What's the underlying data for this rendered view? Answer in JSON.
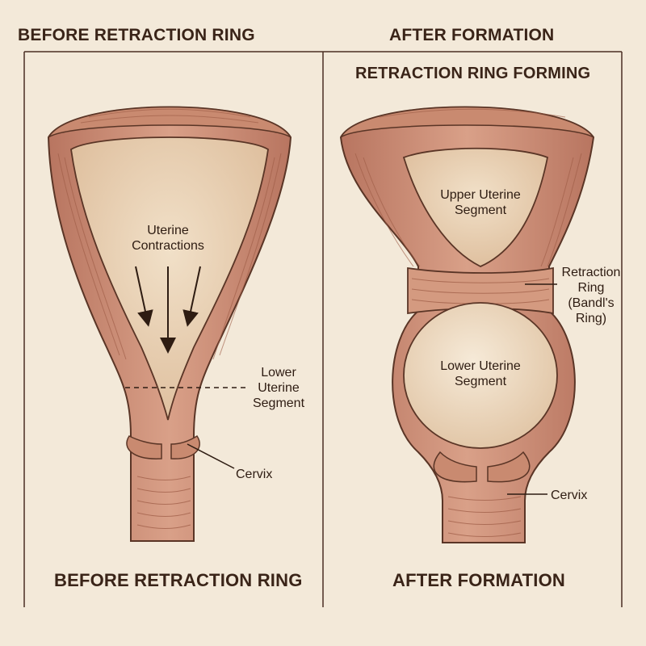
{
  "titles": {
    "top_left": "BEFORE RETRACTION RING",
    "top_right": "AFTER FORMATION",
    "subtitle_right": "RETRACTION RING FORMING",
    "bottom_left": "BEFORE RETRACTION RING",
    "bottom_right": "AFTER FORMATION"
  },
  "before": {
    "contractions_label": [
      "Uterine",
      "Contractions"
    ],
    "lower_segment_label": [
      "Lower",
      "Uterine",
      "Segment"
    ],
    "cervix_label": "Cervix"
  },
  "after": {
    "upper_segment_label": [
      "Upper Uterine",
      "Segment"
    ],
    "lower_segment_label": [
      "Lower Uterine",
      "Segment"
    ],
    "ring_label": [
      "Retraction",
      "Ring",
      "(Bandl's",
      "Ring)"
    ],
    "cervix_label": "Cervix"
  },
  "colors": {
    "background": "#f3e9d9",
    "muscle": "#c98a70",
    "muscle_dark": "#9c5a44",
    "cavity": "#ecd7bd",
    "outline": "#5a3526",
    "text": "#2e1c12"
  }
}
